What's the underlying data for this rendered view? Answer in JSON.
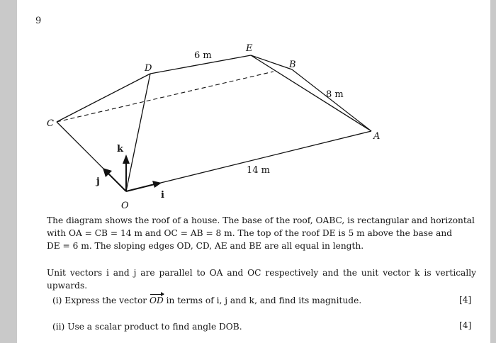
{
  "question_number": "9",
  "diagram": {
    "vertex_labels": {
      "O": "O",
      "A": "A",
      "B": "B",
      "C": "C",
      "D": "D",
      "E": "E"
    },
    "dimension_labels": {
      "de": "6 m",
      "ab": "8 m",
      "oa": "14 m"
    },
    "unit_vector_labels": {
      "i": "i",
      "j": "j",
      "k": "k"
    }
  },
  "text": {
    "para1_line1": "The diagram shows the roof of a house. The base of the roof, OABC, is rectangular and horizontal",
    "para1_line2": "with OA = CB = 14 m and OC = AB = 8 m. The top of the roof DE is 5 m above the base and",
    "para1_line3": "DE = 6 m. The sloping edges OD, CD, AE and BE are all equal in length.",
    "para2": "Unit vectors i and j are parallel to OA and OC respectively and the unit vector k is vertically upwards.",
    "part_i_label": "(i)",
    "part_i_prefix": "Express the vector",
    "part_i_vector": "OD",
    "part_i_suffix": "in terms of i, j and k, and find its magnitude.",
    "part_i_marks": "[4]",
    "part_ii_label": "(ii)",
    "part_ii_text": "Use a scalar product to find angle DOB.",
    "part_ii_marks": "[4]"
  }
}
